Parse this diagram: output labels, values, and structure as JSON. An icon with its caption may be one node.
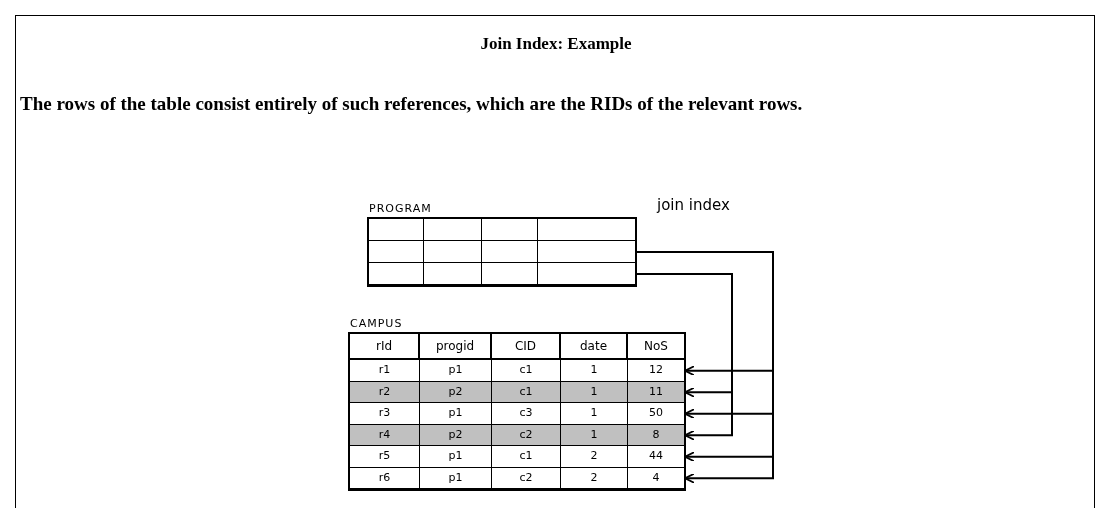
{
  "diagram": {
    "title": "Join Index: Example",
    "nodes": [
      {
        "text": [
          "PROGRAM"
        ]
      },
      {
        "text": [],
        "shape": "bar",
        "in": 0
      },
      {
        "text": [],
        "shape": "bar",
        "in": 0
      },
      {
        "text": [],
        "shape": "bar",
        "in": 0
      },
      {
        "text": [
          "CAMPUS"
        ]
      },
      {
        "text": [
          "r1",
          "p1",
          "c1",
          "1",
          "12"
        ],
        "in": 4
      },
      {
        "text": [
          "r2",
          "p2",
          "c1",
          "1",
          "11"
        ],
        "in": 4
      },
      {
        "text": [
          "r3",
          "p1",
          "c3",
          "1",
          "50"
        ],
        "in": 4
      },
      {
        "text": [
          "r4",
          "p2",
          "c2",
          "1",
          "8"
        ],
        "in": 4
      },
      {
        "text": [
          "r5",
          "p1",
          "c1",
          "2",
          "44"
        ],
        "in": 4
      },
      {
        "text": [
          "r6",
          "p1",
          "c2",
          "2",
          "4"
        ],
        "in": 4
      }
    ],
    "edges": [
      {
        "from": 2,
        "to": 5,
        "arrow": "to"
      },
      {
        "from": 3,
        "to": 6,
        "arrow": "to"
      },
      {
        "from": 2,
        "to": 7,
        "arrow": "to"
      },
      {
        "from": 3,
        "to": 8,
        "arrow": "to"
      },
      {
        "from": 2,
        "to": 9,
        "arrow": "to"
      },
      {
        "from": 2,
        "to": 10,
        "arrow": "to"
      }
    ],
    "labels": [
      "The rows of the table consist entirely of such references, which are the RIDs of the relevant rows.",
      "join index",
      "rId",
      "progid",
      "CID",
      "date",
      "NoS"
    ]
  }
}
